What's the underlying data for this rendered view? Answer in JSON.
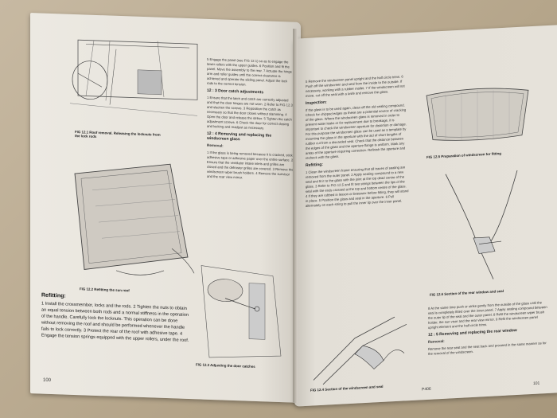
{
  "left_page": {
    "fig_12_1_caption": "FIG 12.1  Roof removal. Releasing the locknuts from the lock rods",
    "fig_12_2_caption": "FIG 12.2  Refitting the sun roof",
    "fig_12_3_caption": "FIG 12.3  Adjusting the door catches",
    "steps_top": "5 Engage the panel (see FIG 12.1) so as to engage the lower rollers with the upper guides. 6 Position and fit the panel. Move the assembly to the rear. 7 Actuate the hinge arm and roller guides until the correct clearance is achieved and operate the sliding panel. Adjust the lock rods to the correct tension.",
    "section_12_3_heading": "12 : 3 Door catch adjustments",
    "section_12_3_text": "1 Ensure that the latch and catch are correctly adjusted and that the door hinges are not worn. 2 Refer to FIG 12.3 and slacken the screws. 3 Reposition the catch as necessary so that the door closes without slamming. 4 Open the door and release the striker. 5 Tighten the catch adjustment screws. 6 Check the door for correct closing and locking and readjust as necessary.",
    "section_12_4_heading": "12 : 4 Removing and replacing the windscreen glass",
    "removal_label": "Removal:",
    "section_12_4_text": "1 If the glass is being removed because it is cracked, stick adhesive tape or adhesive paper over the entire surface. 2 Ensure that the ventilator intake inlets and grilles are closed and the defroster grilles are covered. 3 Remove the windscreen wiper brush holders. 4 Remove the sunvisor and the rear view mirror.",
    "refitting_heading": "Refitting:",
    "refitting_text": "1 Install the crossmember, locks and the rods. 2 Tighten the nuts to obtain an equal tension between both rods and a normal stiffness in the operation of the handle. Carefully lock the locknuts. This operation can be done without removing the roof and should be performed whenever the handle fails to lock correctly. 3 Protect the rear of the roof with adhesive tape. 4 Engage the tension springs equipped with the upper rollers, under the roof.",
    "page_number": "100"
  },
  "right_page": {
    "fig_12_5_caption": "FIG 12.5  Preparation of windscreen for fitting",
    "fig_12_6_caption": "FIG 12.6  Section of the rear window and seal",
    "fig_12_4_caption": "FIG 12.4  Section of the windscreen and seal",
    "steps_top": "5 Remove the windscreen panel upright and the half circle trims. 6 Push off the windscreen and seal from the inside to the outside. If necessary, working with a rubber mallet. 7 If the windscreen will not move, cut off the seal with a knife and remove the glass.",
    "inspection_heading": "Inspection:",
    "inspection_text": "If the glass is to be used again, clean off the old sealing compound. Check for chipped edges as these are a potential source of cracking of the glass. Where the windscreen glass is removed in order to prevent water leaks or for replacement due to breakage, it is important to check the windscreen aperture for distortion or damage. For this purpose the windscreen glass can be used as a template by mounting the glass in the aperture with the aid of short lengths of rubber cut from a discarded seal. Check that the distance between the edges of the glass and the aperture flange is uniform. Mark any areas of the aperture requiring correction. Refinish the aperture and recheck with the glass.",
    "refitting_heading": "Refitting:",
    "refitting_text": "1 Clean the windscreen frame ensuring that all traces of sealing are removed from the outer panel. 2 Apply sealing compound to a new seal and fit it to the glass with the joint at the top dead centre of the glass. 3 Refer to FIG 12.5 and fit two strings between the lips of the seal with the ends crossed at the top and bottom centre of the glass. 4 If they are rubbed in lesson or beeswax before fitting, they will stand in place. 5 Position the glass and seal in the aperture. 6 Pull alternately on each string to pull the inner lip over the inner panel.",
    "steps_bottom": "8 At the same time push or strike gently from the outside of the glass until the seal is completely fitted over the inner panel. 7 Apply sealing compound between the outer lip of the seal and the outer panel. 8 Refit the windscreen wiper brush holder, the sun visor and the rear view mirror. 9 Refit the windscreen panel upright element and the half circle trims.",
    "section_12_5_heading": "12 : 5 Removing and replacing the rear window",
    "removal_label": "Removal:",
    "section_12_5_text": "Remove the rear seat and the seat back and proceed in the same manner as for the removal of the windscreen.",
    "footer_code": "P406",
    "page_number": "101"
  }
}
